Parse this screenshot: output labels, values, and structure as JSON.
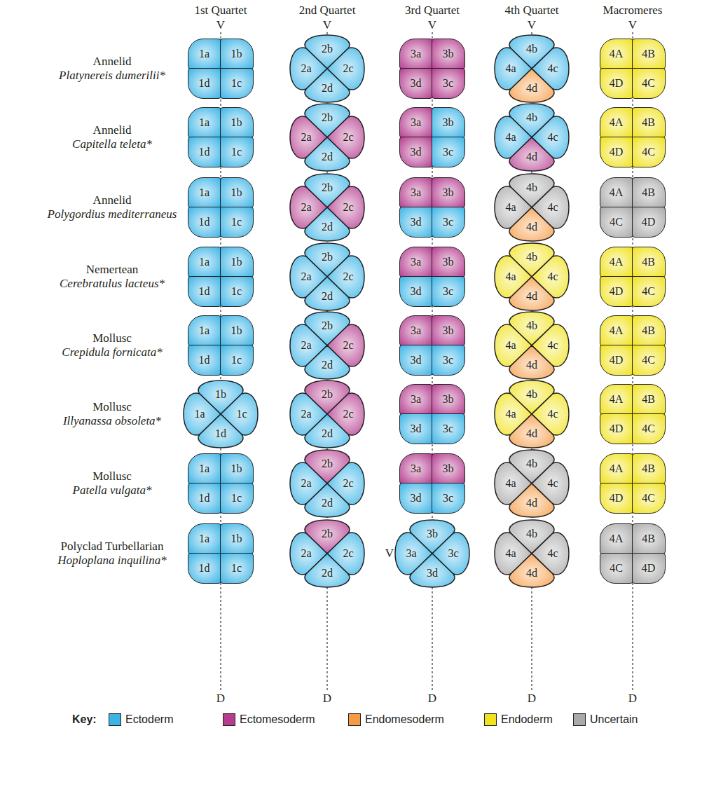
{
  "diagram": {
    "nodes": [
      {
        "text": [
          "1a"
        ]
      },
      {
        "text": [
          "1b"
        ]
      },
      {
        "text": [
          "1d"
        ]
      },
      {
        "text": [
          "1c"
        ]
      },
      {
        "text": [
          "2b"
        ]
      },
      {
        "text": [
          "2a"
        ]
      },
      {
        "text": [
          "2c"
        ]
      },
      {
        "text": [
          "2d"
        ]
      },
      {
        "text": [
          "3a"
        ]
      },
      {
        "text": [
          "3b"
        ]
      },
      {
        "text": [
          "3d"
        ]
      },
      {
        "text": [
          "3c"
        ]
      },
      {
        "text": [
          "4b"
        ]
      },
      {
        "text": [
          "4a"
        ]
      },
      {
        "text": [
          "4c"
        ]
      },
      {
        "text": [
          "4d"
        ]
      },
      {
        "text": [
          "4A"
        ]
      },
      {
        "text": [
          "4B"
        ]
      },
      {
        "text": [
          "4D"
        ]
      },
      {
        "text": [
          "4C"
        ]
      },
      {
        "text": [
          "1a"
        ]
      },
      {
        "text": [
          "1b"
        ]
      },
      {
        "text": [
          "1d"
        ]
      },
      {
        "text": [
          "1c"
        ]
      },
      {
        "text": [
          "2b"
        ]
      },
      {
        "text": [
          "2a"
        ]
      },
      {
        "text": [
          "2c"
        ]
      },
      {
        "text": [
          "2d"
        ]
      },
      {
        "text": [
          "3a"
        ]
      },
      {
        "text": [
          "3b"
        ]
      },
      {
        "text": [
          "3d"
        ]
      },
      {
        "text": [
          "3c"
        ]
      },
      {
        "text": [
          "4b"
        ]
      },
      {
        "text": [
          "4a"
        ]
      },
      {
        "text": [
          "4c"
        ]
      },
      {
        "text": [
          "4d"
        ]
      },
      {
        "text": [
          "4A"
        ]
      },
      {
        "text": [
          "4B"
        ]
      },
      {
        "text": [
          "4D"
        ]
      },
      {
        "text": [
          "4C"
        ]
      },
      {
        "text": [
          "1a"
        ]
      },
      {
        "text": [
          "1b"
        ]
      },
      {
        "text": [
          "1d"
        ]
      },
      {
        "text": [
          "1c"
        ]
      },
      {
        "text": [
          "2b"
        ]
      },
      {
        "text": [
          "2a"
        ]
      },
      {
        "text": [
          "2c"
        ]
      },
      {
        "text": [
          "2d"
        ]
      },
      {
        "text": [
          "3a"
        ]
      },
      {
        "text": [
          "3b"
        ]
      },
      {
        "text": [
          "3d"
        ]
      },
      {
        "text": [
          "3c"
        ]
      },
      {
        "text": [
          "4b"
        ]
      },
      {
        "text": [
          "4a"
        ]
      },
      {
        "text": [
          "4c"
        ]
      },
      {
        "text": [
          "4d"
        ]
      },
      {
        "text": [
          "4A"
        ]
      },
      {
        "text": [
          "4B"
        ]
      },
      {
        "text": [
          "4C"
        ]
      },
      {
        "text": [
          "4D"
        ]
      },
      {
        "text": [
          "1a"
        ]
      },
      {
        "text": [
          "1b"
        ]
      },
      {
        "text": [
          "1d"
        ]
      },
      {
        "text": [
          "1c"
        ]
      },
      {
        "text": [
          "2b"
        ]
      },
      {
        "text": [
          "2a"
        ]
      },
      {
        "text": [
          "2c"
        ]
      },
      {
        "text": [
          "2d"
        ]
      },
      {
        "text": [
          "3a"
        ]
      },
      {
        "text": [
          "3b"
        ]
      },
      {
        "text": [
          "3d"
        ]
      },
      {
        "text": [
          "3c"
        ]
      },
      {
        "text": [
          "4b"
        ]
      },
      {
        "text": [
          "4a"
        ]
      },
      {
        "text": [
          "4c"
        ]
      },
      {
        "text": [
          "4d"
        ]
      },
      {
        "text": [
          "4A"
        ]
      },
      {
        "text": [
          "4B"
        ]
      },
      {
        "text": [
          "4D"
        ]
      },
      {
        "text": [
          "4C"
        ]
      },
      {
        "text": [
          "1a"
        ]
      },
      {
        "text": [
          "1b"
        ]
      },
      {
        "text": [
          "1d"
        ]
      },
      {
        "text": [
          "1c"
        ]
      },
      {
        "text": [
          "2b"
        ]
      },
      {
        "text": [
          "2a"
        ]
      },
      {
        "text": [
          "2c"
        ]
      },
      {
        "text": [
          "2d"
        ]
      },
      {
        "text": [
          "3a"
        ]
      },
      {
        "text": [
          "3b"
        ]
      },
      {
        "text": [
          "3d"
        ]
      },
      {
        "text": [
          "3c"
        ]
      },
      {
        "text": [
          "4b"
        ]
      },
      {
        "text": [
          "4a"
        ]
      },
      {
        "text": [
          "4c"
        ]
      },
      {
        "text": [
          "4d"
        ]
      },
      {
        "text": [
          "4A"
        ]
      },
      {
        "text": [
          "4B"
        ]
      },
      {
        "text": [
          "4D"
        ]
      },
      {
        "text": [
          "4C"
        ]
      },
      {
        "text": [
          "1b"
        ]
      },
      {
        "text": [
          "1a"
        ]
      },
      {
        "text": [
          "1c"
        ]
      },
      {
        "text": [
          "1d"
        ]
      },
      {
        "text": [
          "2b"
        ]
      },
      {
        "text": [
          "2a"
        ]
      },
      {
        "text": [
          "2c"
        ]
      },
      {
        "text": [
          "2d"
        ]
      },
      {
        "text": [
          "3a"
        ]
      },
      {
        "text": [
          "3b"
        ]
      },
      {
        "text": [
          "3d"
        ]
      },
      {
        "text": [
          "3c"
        ]
      },
      {
        "text": [
          "4b"
        ]
      },
      {
        "text": [
          "4a"
        ]
      },
      {
        "text": [
          "4c"
        ]
      },
      {
        "text": [
          "4d"
        ]
      },
      {
        "text": [
          "4A"
        ]
      },
      {
        "text": [
          "4B"
        ]
      },
      {
        "text": [
          "4D"
        ]
      },
      {
        "text": [
          "4C"
        ]
      },
      {
        "text": [
          "1a"
        ]
      },
      {
        "text": [
          "1b"
        ]
      },
      {
        "text": [
          "1d"
        ]
      },
      {
        "text": [
          "1c"
        ]
      },
      {
        "text": [
          "2b"
        ]
      },
      {
        "text": [
          "2a"
        ]
      },
      {
        "text": [
          "2c"
        ]
      },
      {
        "text": [
          "2d"
        ]
      },
      {
        "text": [
          "3a"
        ]
      },
      {
        "text": [
          "3b"
        ]
      },
      {
        "text": [
          "3d"
        ]
      },
      {
        "text": [
          "3c"
        ]
      },
      {
        "text": [
          "4b"
        ]
      },
      {
        "text": [
          "4a"
        ]
      },
      {
        "text": [
          "4c"
        ]
      },
      {
        "text": [
          "4d"
        ]
      },
      {
        "text": [
          "4A"
        ]
      },
      {
        "text": [
          "4B"
        ]
      },
      {
        "text": [
          "4D"
        ]
      },
      {
        "text": [
          "4C"
        ]
      },
      {
        "text": [
          "1a"
        ]
      },
      {
        "text": [
          "1b"
        ]
      },
      {
        "text": [
          "1d"
        ]
      },
      {
        "text": [
          "1c"
        ]
      },
      {
        "text": [
          "2b"
        ]
      },
      {
        "text": [
          "2a"
        ]
      },
      {
        "text": [
          "2c"
        ]
      },
      {
        "text": [
          "2d"
        ]
      },
      {
        "text": [
          "3b"
        ]
      },
      {
        "text": [
          "3a"
        ]
      },
      {
        "text": [
          "3c"
        ]
      },
      {
        "text": [
          "3d"
        ]
      },
      {
        "text": [
          "4b"
        ]
      },
      {
        "text": [
          "4a"
        ]
      },
      {
        "text": [
          "4c"
        ]
      },
      {
        "text": [
          "4d"
        ]
      },
      {
        "text": [
          "4A"
        ]
      },
      {
        "text": [
          "4B"
        ]
      },
      {
        "text": [
          "4C"
        ]
      },
      {
        "text": [
          "4D"
        ]
      }
    ],
    "labels": [
      "1st Quartet",
      "2nd Quartet",
      "3rd Quartet",
      "4th Quartet",
      "Macromeres",
      "V",
      "V",
      "V",
      "V",
      "V",
      "Annelid",
      "Platynereis dumerilii*",
      "Annelid",
      "Capitella teleta*",
      "Annelid",
      "Polygordius mediterraneus",
      "Nemertean",
      "Cerebratulus lacteus*",
      "Mollusc",
      "Crepidula fornicata*",
      "Mollusc",
      "Illyanassa obsoleta*",
      "Mollusc",
      "Patella vulgata*",
      "Polyclad Turbellarian",
      "Hoploplana inquilina*",
      "V",
      "D",
      "D",
      "D",
      "D",
      "D",
      "Key:"
    ],
    "legend": [
      {
        "text": "Ectoderm",
        "color": "#3bb4e6"
      },
      {
        "text": "Ectomesoderm",
        "color": "#b43d8f"
      },
      {
        "text": "Endomesoderm",
        "color": "#f59b45"
      },
      {
        "text": "Endoderm",
        "color": "#f0e21c"
      },
      {
        "text": "Uncertain",
        "color": "#a9a9a9"
      }
    ]
  }
}
